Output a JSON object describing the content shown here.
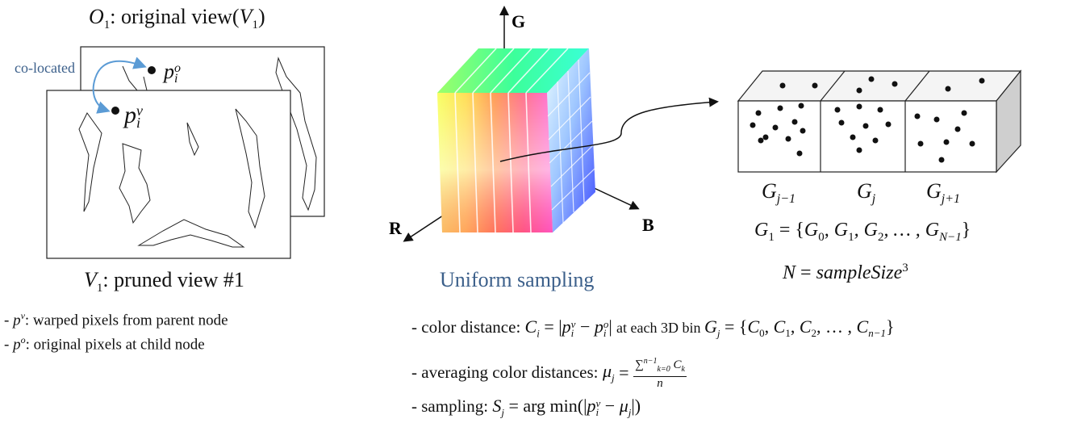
{
  "left": {
    "top_title": {
      "symbol": "O",
      "sub": "1",
      "text": ": original view(",
      "v": "V",
      "v_sub": "1",
      "close": ")"
    },
    "colocated_label": "co-located",
    "point_o": {
      "base": "p",
      "sub": "i",
      "sup": "o"
    },
    "point_v": {
      "base": "p",
      "sub": "i",
      "sup": "v"
    },
    "bottom_title": {
      "symbol": "V",
      "sub": "1",
      "text": ": pruned view #1"
    },
    "legend": [
      {
        "dash": "- ",
        "base": "p",
        "sup": "v",
        "text": ": warped pixels from parent node"
      },
      {
        "dash": "- ",
        "base": "p",
        "sup": "o",
        "text": ": original pixels at child node"
      }
    ]
  },
  "cube": {
    "axis_g": "G",
    "axis_r": "R",
    "axis_b": "B",
    "caption": "Uniform sampling"
  },
  "bins": {
    "labels": [
      {
        "base": "G",
        "sub": "j−1"
      },
      {
        "base": "G",
        "sub": "j"
      },
      {
        "base": "G",
        "sub": "j+1"
      }
    ],
    "set_formula": "G₁ = {G₀, G₁, G₂, … , G_N−1}",
    "set_parts": {
      "lhs": "G",
      "lhs_sub": "1",
      "eq": " = {",
      "items": [
        "G",
        "0",
        ", G",
        "1",
        ", G",
        "2",
        ", … , G",
        "N−1",
        "}"
      ]
    },
    "n_formula": {
      "lhs": "N",
      "eq": " = ",
      "rhs": "sampleSize",
      "sup": "3"
    }
  },
  "bullets": {
    "color_distance": {
      "label": "- color distance:  ",
      "formula": "C_i = |p_i^v − p_i^o|",
      "suffix": "  at each 3D bin ",
      "bin_formula": "G_j = {C_0, C_1, C_2, … , C_n−1}"
    },
    "averaging": {
      "label": "- averaging color distances:  ",
      "lhs": "μ_j = ",
      "numerator": "Σ_{k=0}^{n−1} C_k",
      "denominator": "n"
    },
    "sampling": {
      "label": "- sampling: ",
      "formula": "S_j = arg min(|p_i^v − μ_j|)"
    }
  },
  "colors": {
    "arrow_blue": "#5b9bd5",
    "label_blue": "#3b5f8a",
    "bin_face": "#ffffff",
    "bin_side": "#cfcfcf",
    "bin_top": "#f2f2f2"
  }
}
